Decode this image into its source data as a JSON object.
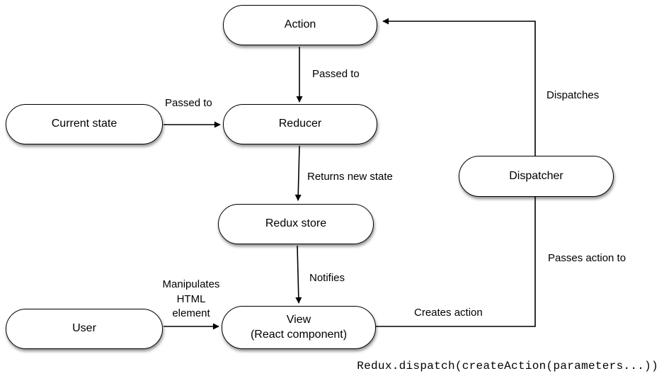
{
  "nodes": {
    "action": {
      "label": "Action"
    },
    "current_state": {
      "label": "Current state"
    },
    "reducer": {
      "label": "Reducer"
    },
    "redux_store": {
      "label": "Redux store"
    },
    "user": {
      "label": "User"
    },
    "view": {
      "label": "View",
      "sublabel": "(React component)"
    },
    "dispatcher": {
      "label": "Dispatcher"
    }
  },
  "edge_labels": {
    "action_to_reducer": "Passed to",
    "current_state_to_reducer": "Passed to",
    "reducer_to_redux_store": "Returns new state",
    "redux_store_to_view": "Notifies",
    "user_to_view": "Manipulates\nHTML\nelement",
    "view_creates_action": "Creates action",
    "dispatcher_to_action": "Dispatches",
    "dispatcher_passes_action": "Passes action to"
  },
  "caption": "Redux.dispatch(createAction(parameters...))",
  "colors": {
    "background": "#ffffff",
    "node_fill": "#ffffff",
    "stroke": "#000000",
    "text": "#000000"
  }
}
